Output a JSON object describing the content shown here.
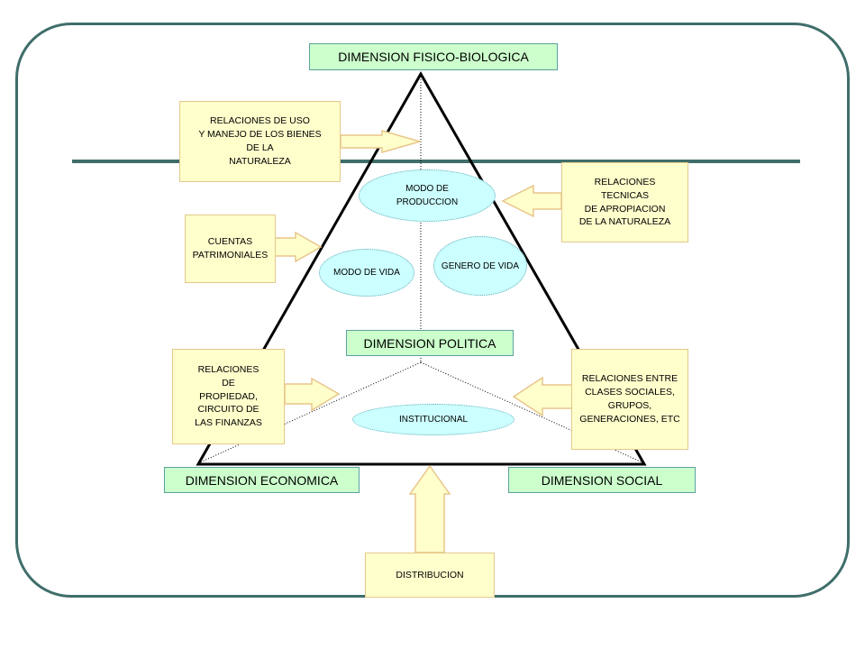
{
  "dimensions": {
    "top": "DIMENSION FISICO-BIOLOGICA",
    "politica": "DIMENSION POLITICA",
    "economica": "DIMENSION ECONOMICA",
    "social": "DIMENSION SOCIAL"
  },
  "ovals": {
    "produccion": "MODO DE\nPRODUCCION",
    "vida": "MODO DE VIDA",
    "genero": "GENERO DE VIDA",
    "institucional": "INSTITUCIONAL"
  },
  "notes": {
    "uso": "RELACIONES DE USO\nY MANEJO DE LOS BIENES\nDE LA\nNATURALEZA",
    "tecnicas": "RELACIONES\nTECNICAS\nDE APROPIACION\nDE LA NATURALEZA",
    "cuentas": "CUENTAS\nPATRIMONIALES",
    "propiedad": "RELACIONES\nDE\nPROPIEDAD,\nCIRCUITO DE\nLAS FINANZAS",
    "clases": "RELACIONES ENTRE\nCLASES SOCIALES,\nGRUPOS,\nGENERACIONES, ETC",
    "distribucion": "DISTRIBUCION"
  },
  "colors": {
    "frame": "#3f6e6a",
    "dimension_fill": "#ccffcc",
    "note_fill": "#ffffcc",
    "oval_fill": "#ccffff",
    "arrow_fill": "#ffffcc",
    "arrow_stroke": "#e8c58a"
  }
}
